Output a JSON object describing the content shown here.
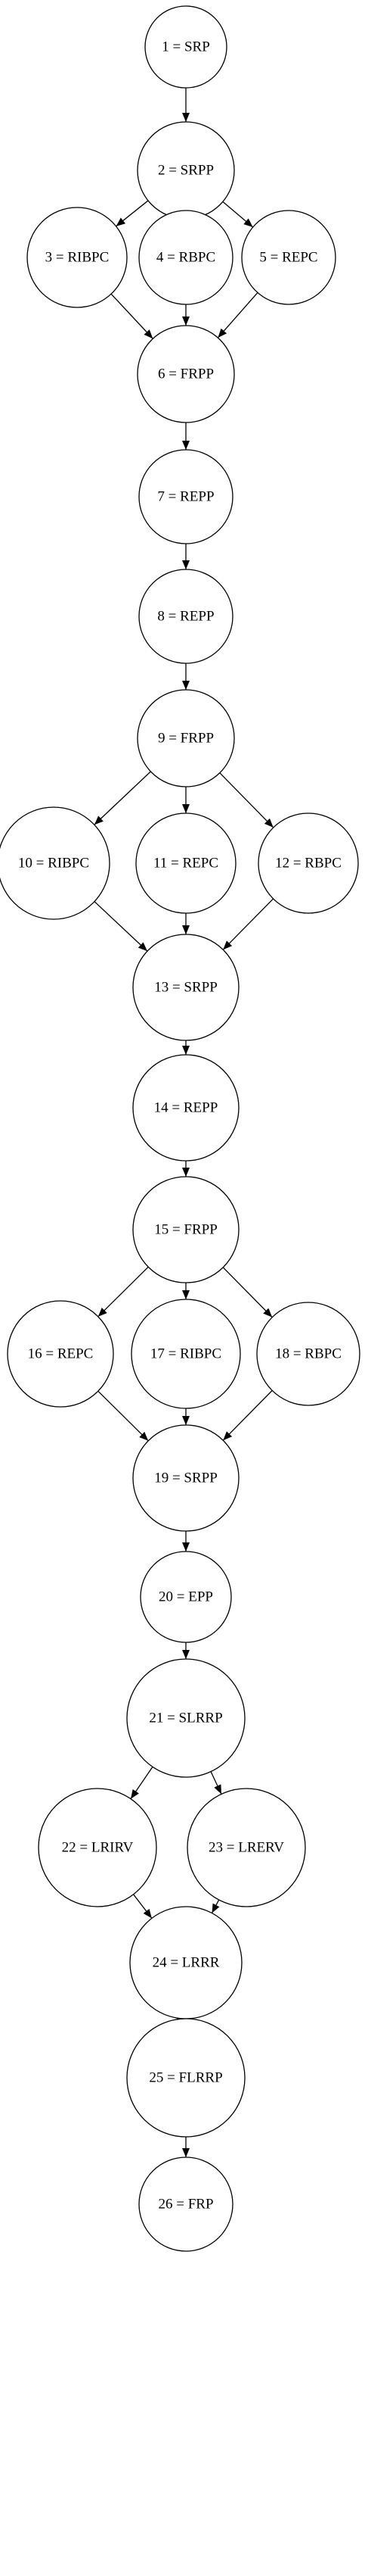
{
  "nodes": [
    {
      "id": 1,
      "label": "1 = SRP"
    },
    {
      "id": 2,
      "label": "2 = SRPP"
    },
    {
      "id": 3,
      "label": "3 = RIBPC"
    },
    {
      "id": 4,
      "label": "4 = RBPC"
    },
    {
      "id": 5,
      "label": "5 = REPC"
    },
    {
      "id": 6,
      "label": "6 = FRPP"
    },
    {
      "id": 7,
      "label": "7 = REPP"
    },
    {
      "id": 8,
      "label": "8 = REPP"
    },
    {
      "id": 9,
      "label": "9 = FRPP"
    },
    {
      "id": 10,
      "label": "10 = RIBPC"
    },
    {
      "id": 11,
      "label": "11 = REPC"
    },
    {
      "id": 12,
      "label": "12 = RBPC"
    },
    {
      "id": 13,
      "label": "13 = SRPP"
    },
    {
      "id": 14,
      "label": "14 = REPP"
    },
    {
      "id": 15,
      "label": "15 = FRPP"
    },
    {
      "id": 16,
      "label": "16 = REPC"
    },
    {
      "id": 17,
      "label": "17 = RIBPC"
    },
    {
      "id": 18,
      "label": "18 = RBPC"
    },
    {
      "id": 19,
      "label": "19 = SRPP"
    },
    {
      "id": 20,
      "label": "20 = EPP"
    },
    {
      "id": 21,
      "label": "21 = SLRRP"
    },
    {
      "id": 22,
      "label": "22 = LRIRV"
    },
    {
      "id": 23,
      "label": "23 = LRERV"
    },
    {
      "id": 24,
      "label": "24 = LRRR"
    },
    {
      "id": 25,
      "label": "25 = FLRRP"
    },
    {
      "id": 26,
      "label": "26 = FRP"
    }
  ],
  "edges": [
    [
      1,
      2
    ],
    [
      2,
      3
    ],
    [
      2,
      4
    ],
    [
      2,
      5
    ],
    [
      3,
      6
    ],
    [
      4,
      6
    ],
    [
      5,
      6
    ],
    [
      6,
      7
    ],
    [
      7,
      8
    ],
    [
      8,
      9
    ],
    [
      9,
      10
    ],
    [
      9,
      11
    ],
    [
      9,
      12
    ],
    [
      10,
      13
    ],
    [
      11,
      13
    ],
    [
      12,
      13
    ],
    [
      13,
      14
    ],
    [
      14,
      15
    ],
    [
      15,
      16
    ],
    [
      15,
      17
    ],
    [
      15,
      18
    ],
    [
      16,
      19
    ],
    [
      17,
      19
    ],
    [
      18,
      19
    ],
    [
      19,
      20
    ],
    [
      20,
      21
    ],
    [
      21,
      22
    ],
    [
      21,
      23
    ],
    [
      22,
      24
    ],
    [
      23,
      24
    ],
    [
      24,
      25
    ],
    [
      25,
      26
    ]
  ]
}
